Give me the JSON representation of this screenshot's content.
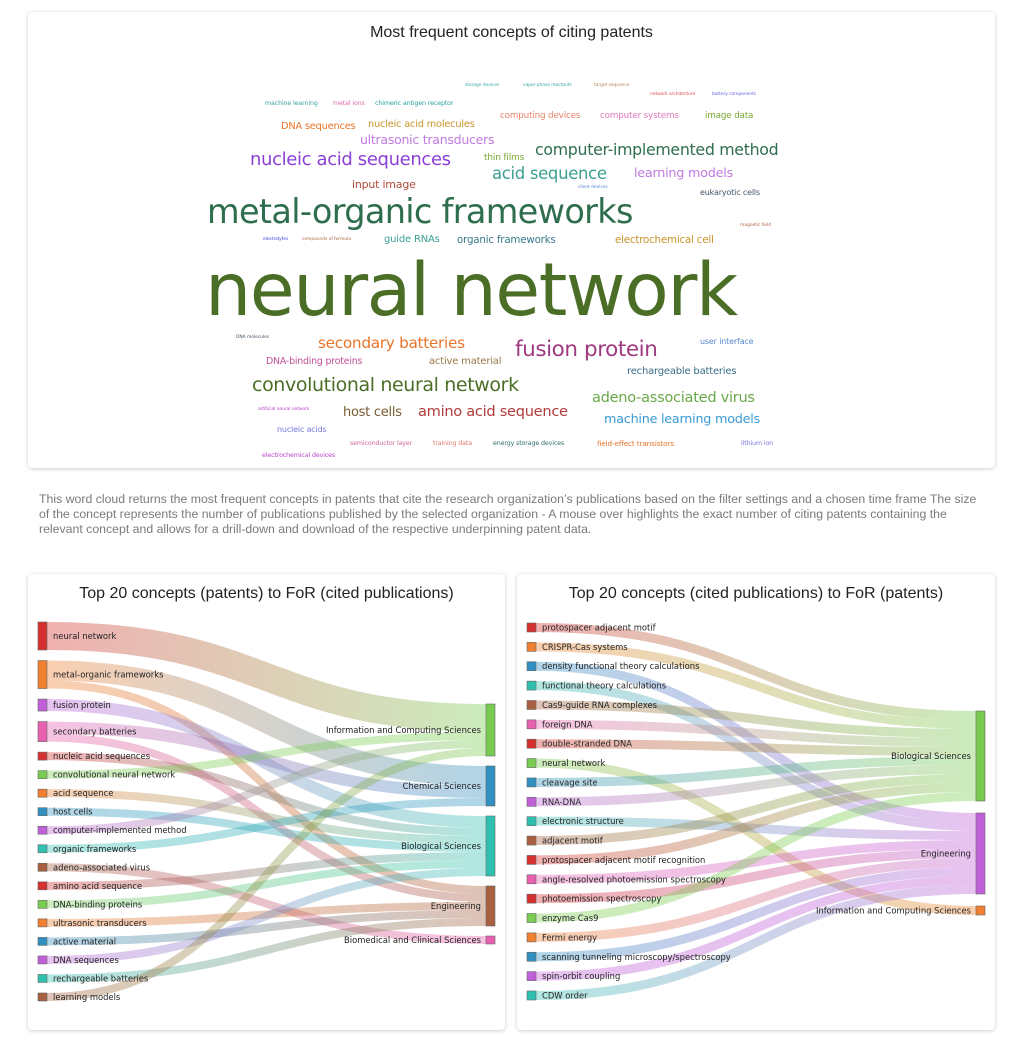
{
  "wordcloud": {
    "title": "Most frequent concepts of citing patents",
    "description": "This word cloud returns the most frequent concepts in patents that cite the research organization’s publications based on the filter settings and a chosen time frame The size of the concept represents the number of publications published by the selected organization - A mouse over highlights the exact number of citing patents containing the relevant concept and allows for a drill-down and download of the respective underpinning patent data."
  },
  "chart_data": [
    {
      "type": "wordcloud",
      "title": "Most frequent concepts of citing patents",
      "words": [
        {
          "text": "storage devices",
          "color": "#3aa6a0"
        },
        {
          "text": "vapor phase reactants",
          "color": "#3aa6a0"
        },
        {
          "text": "target sequence",
          "color": "#b98a5a"
        },
        {
          "text": "network architecture",
          "color": "#e05050"
        },
        {
          "text": "battery components",
          "color": "#6666dd"
        },
        {
          "text": "machine learning",
          "color": "#3aa6a0"
        },
        {
          "text": "metal ions",
          "color": "#e06aaa"
        },
        {
          "text": "chimeric antigen receptor",
          "color": "#2aa0a0"
        },
        {
          "text": "DNA sequences",
          "color": "#e8742a"
        },
        {
          "text": "nucleic acid molecules",
          "color": "#c9952a"
        },
        {
          "text": "computing devices",
          "color": "#e8826a"
        },
        {
          "text": "computer systems",
          "color": "#e07ab8"
        },
        {
          "text": "image data",
          "color": "#7aa830"
        },
        {
          "text": "ultrasonic transducers",
          "color": "#c07ae0"
        },
        {
          "text": "nucleic acid sequences",
          "color": "#8a3fd6"
        },
        {
          "text": "computer-implemented method",
          "color": "#2e6e4e"
        },
        {
          "text": "acid sequence",
          "color": "#3aa090"
        },
        {
          "text": "learning models",
          "color": "#c07ae0"
        },
        {
          "text": "input image",
          "color": "#b04a3a"
        },
        {
          "text": "thin films",
          "color": "#7aa830"
        },
        {
          "text": "client devices",
          "color": "#5588cc"
        },
        {
          "text": "eukaryotic cells",
          "color": "#445566"
        },
        {
          "text": "metal-organic frameworks",
          "color": "#2e6e4e"
        },
        {
          "text": "electrolytes",
          "color": "#4444dd"
        },
        {
          "text": "compounds of formula",
          "color": "#b06a4a"
        },
        {
          "text": "guide RNAs",
          "color": "#3aa090"
        },
        {
          "text": "organic frameworks",
          "color": "#3a7a8a"
        },
        {
          "text": "electrochemical cell",
          "color": "#c9952a"
        },
        {
          "text": "magnetic field",
          "color": "#b06a4a"
        },
        {
          "text": "neural network",
          "color": "#4a6e26"
        },
        {
          "text": "DNA molecules",
          "color": "#445566"
        },
        {
          "text": "secondary batteries",
          "color": "#e8742a"
        },
        {
          "text": "fusion protein",
          "color": "#a03a80"
        },
        {
          "text": "DNA-binding proteins",
          "color": "#c05098"
        },
        {
          "text": "active material",
          "color": "#9a7a4a"
        },
        {
          "text": "user interface",
          "color": "#5588cc"
        },
        {
          "text": "convolutional neural network",
          "color": "#4a6e26"
        },
        {
          "text": "rechargeable batteries",
          "color": "#3a6e8a"
        },
        {
          "text": "artificial neural network",
          "color": "#bb44cc"
        },
        {
          "text": "adeno-associated virus",
          "color": "#6aa84a"
        },
        {
          "text": "host cells",
          "color": "#7a5a30"
        },
        {
          "text": "amino acid sequence",
          "color": "#b03a3a"
        },
        {
          "text": "machine learning models",
          "color": "#3a9ad6"
        },
        {
          "text": "nucleic acids",
          "color": "#7777dd"
        },
        {
          "text": "semiconductor layer",
          "color": "#d06a9a"
        },
        {
          "text": "training data",
          "color": "#e07a6a"
        },
        {
          "text": "energy storage devices",
          "color": "#2e6e6e"
        },
        {
          "text": "field-effect transistors",
          "color": "#e8742a"
        },
        {
          "text": "lithium ion",
          "color": "#7777dd"
        },
        {
          "text": "electrochemical devices",
          "color": "#bb44cc"
        }
      ]
    },
    {
      "type": "sankey",
      "title": "Top 20 concepts (patents) to FoR (cited publications)",
      "sources": [
        {
          "name": "neural network",
          "color": "#d62f2f"
        },
        {
          "name": "metal-organic frameworks",
          "color": "#f08030"
        },
        {
          "name": "fusion protein",
          "color": "#c060d8"
        },
        {
          "name": "secondary batteries",
          "color": "#e860b0"
        },
        {
          "name": "nucleic acid sequences",
          "color": "#d62f2f"
        },
        {
          "name": "convolutional neural network",
          "color": "#78cc50"
        },
        {
          "name": "acid sequence",
          "color": "#f08030"
        },
        {
          "name": "host cells",
          "color": "#3090c0"
        },
        {
          "name": "computer-implemented method",
          "color": "#c060d8"
        },
        {
          "name": "organic frameworks",
          "color": "#30c0b0"
        },
        {
          "name": "adeno-associated virus",
          "color": "#a86040"
        },
        {
          "name": "amino acid sequence",
          "color": "#d62f2f"
        },
        {
          "name": "DNA-binding proteins",
          "color": "#78cc50"
        },
        {
          "name": "ultrasonic transducers",
          "color": "#f08030"
        },
        {
          "name": "active material",
          "color": "#3090c0"
        },
        {
          "name": "DNA sequences",
          "color": "#c060d8"
        },
        {
          "name": "rechargeable batteries",
          "color": "#30c0b0"
        },
        {
          "name": "learning models",
          "color": "#a86040"
        }
      ],
      "targets": [
        {
          "name": "Information and Computing Sciences",
          "color": "#78cc50"
        },
        {
          "name": "Chemical Sciences",
          "color": "#3090c0"
        },
        {
          "name": "Biological Sciences",
          "color": "#30c0b0"
        },
        {
          "name": "Engineering",
          "color": "#a86040"
        },
        {
          "name": "Biomedical and Clinical Sciences",
          "color": "#e860b0"
        }
      ],
      "links": [
        {
          "source": "neural network",
          "target": "Information and Computing Sciences",
          "value": 3.5
        },
        {
          "source": "metal-organic frameworks",
          "target": "Chemical Sciences",
          "value": 2.5
        },
        {
          "source": "metal-organic frameworks",
          "target": "Engineering",
          "value": 1
        },
        {
          "source": "fusion protein",
          "target": "Biological Sciences",
          "value": 1.5
        },
        {
          "source": "secondary batteries",
          "target": "Chemical Sciences",
          "value": 1.5
        },
        {
          "source": "secondary batteries",
          "target": "Engineering",
          "value": 1
        },
        {
          "source": "nucleic acid sequences",
          "target": "Biological Sciences",
          "value": 1
        },
        {
          "source": "convolutional neural network",
          "target": "Information and Computing Sciences",
          "value": 1
        },
        {
          "source": "acid sequence",
          "target": "Biological Sciences",
          "value": 1
        },
        {
          "source": "host cells",
          "target": "Biological Sciences",
          "value": 1
        },
        {
          "source": "computer-implemented method",
          "target": "Information and Computing Sciences",
          "value": 1
        },
        {
          "source": "organic frameworks",
          "target": "Chemical Sciences",
          "value": 1
        },
        {
          "source": "adeno-associated virus",
          "target": "Biomedical and Clinical Sciences",
          "value": 1
        },
        {
          "source": "amino acid sequence",
          "target": "Biological Sciences",
          "value": 1
        },
        {
          "source": "DNA-binding proteins",
          "target": "Biological Sciences",
          "value": 1
        },
        {
          "source": "ultrasonic transducers",
          "target": "Engineering",
          "value": 1
        },
        {
          "source": "active material",
          "target": "Engineering",
          "value": 1
        },
        {
          "source": "DNA sequences",
          "target": "Biological Sciences",
          "value": 1
        },
        {
          "source": "rechargeable batteries",
          "target": "Engineering",
          "value": 1
        },
        {
          "source": "learning models",
          "target": "Information and Computing Sciences",
          "value": 1
        }
      ]
    },
    {
      "type": "sankey",
      "title": "Top 20 concepts (cited publications) to FoR (patents)",
      "sources": [
        {
          "name": "protospacer adjacent motif",
          "color": "#d62f2f"
        },
        {
          "name": "CRISPR-Cas systems",
          "color": "#f08030"
        },
        {
          "name": "density functional theory calculations",
          "color": "#3090c0"
        },
        {
          "name": "functional theory calculations",
          "color": "#30c0b0"
        },
        {
          "name": "Cas9-guide RNA complexes",
          "color": "#a86040"
        },
        {
          "name": "foreign DNA",
          "color": "#e860b0"
        },
        {
          "name": "double-stranded DNA",
          "color": "#d62f2f"
        },
        {
          "name": "neural network",
          "color": "#78cc50"
        },
        {
          "name": "cleavage site",
          "color": "#3090c0"
        },
        {
          "name": "RNA-DNA",
          "color": "#c060d8"
        },
        {
          "name": "electronic structure",
          "color": "#30c0b0"
        },
        {
          "name": "adjacent motif",
          "color": "#a86040"
        },
        {
          "name": "protospacer adjacent motif recognition",
          "color": "#d62f2f"
        },
        {
          "name": "angle-resolved photoemission spectroscopy",
          "color": "#e860b0"
        },
        {
          "name": "photoemission spectroscopy",
          "color": "#d62f2f"
        },
        {
          "name": "enzyme Cas9",
          "color": "#78cc50"
        },
        {
          "name": "Fermi energy",
          "color": "#f08030"
        },
        {
          "name": "scanning tunneling microscopy/spectroscopy",
          "color": "#3090c0"
        },
        {
          "name": "spin-orbit coupling",
          "color": "#c060d8"
        },
        {
          "name": "CDW order",
          "color": "#30c0b0"
        }
      ],
      "targets": [
        {
          "name": "Biological Sciences",
          "color": "#78cc50"
        },
        {
          "name": "Engineering",
          "color": "#c060d8"
        },
        {
          "name": "Information and Computing Sciences",
          "color": "#f08030"
        }
      ],
      "links": [
        {
          "source": "protospacer adjacent motif",
          "target": "Biological Sciences",
          "value": 1
        },
        {
          "source": "CRISPR-Cas systems",
          "target": "Biological Sciences",
          "value": 1
        },
        {
          "source": "density functional theory calculations",
          "target": "Engineering",
          "value": 1
        },
        {
          "source": "functional theory calculations",
          "target": "Engineering",
          "value": 1
        },
        {
          "source": "Cas9-guide RNA complexes",
          "target": "Biological Sciences",
          "value": 1
        },
        {
          "source": "foreign DNA",
          "target": "Biological Sciences",
          "value": 1
        },
        {
          "source": "double-stranded DNA",
          "target": "Biological Sciences",
          "value": 1
        },
        {
          "source": "neural network",
          "target": "Information and Computing Sciences",
          "value": 1
        },
        {
          "source": "cleavage site",
          "target": "Biological Sciences",
          "value": 1
        },
        {
          "source": "RNA-DNA",
          "target": "Biological Sciences",
          "value": 1
        },
        {
          "source": "electronic structure",
          "target": "Engineering",
          "value": 1
        },
        {
          "source": "adjacent motif",
          "target": "Biological Sciences",
          "value": 1
        },
        {
          "source": "protospacer adjacent motif recognition",
          "target": "Biological Sciences",
          "value": 1
        },
        {
          "source": "angle-resolved photoemission spectroscopy",
          "target": "Engineering",
          "value": 1
        },
        {
          "source": "photoemission spectroscopy",
          "target": "Engineering",
          "value": 1
        },
        {
          "source": "enzyme Cas9",
          "target": "Biological Sciences",
          "value": 1
        },
        {
          "source": "Fermi energy",
          "target": "Engineering",
          "value": 1
        },
        {
          "source": "scanning tunneling microscopy/spectroscopy",
          "target": "Engineering",
          "value": 1
        },
        {
          "source": "spin-orbit coupling",
          "target": "Engineering",
          "value": 1
        },
        {
          "source": "CDW order",
          "target": "Engineering",
          "value": 1
        }
      ]
    }
  ]
}
